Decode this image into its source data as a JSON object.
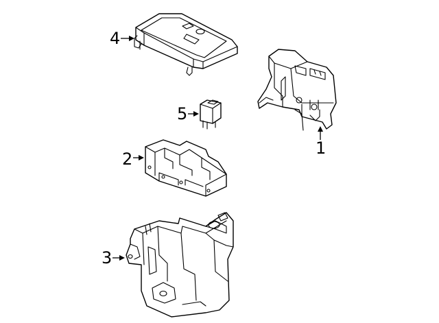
{
  "callouts": [
    {
      "number": "1"
    },
    {
      "number": "2"
    },
    {
      "number": "3"
    },
    {
      "number": "4"
    },
    {
      "number": "5"
    }
  ],
  "colors": {
    "line": "#000000",
    "background": "#ffffff"
  }
}
